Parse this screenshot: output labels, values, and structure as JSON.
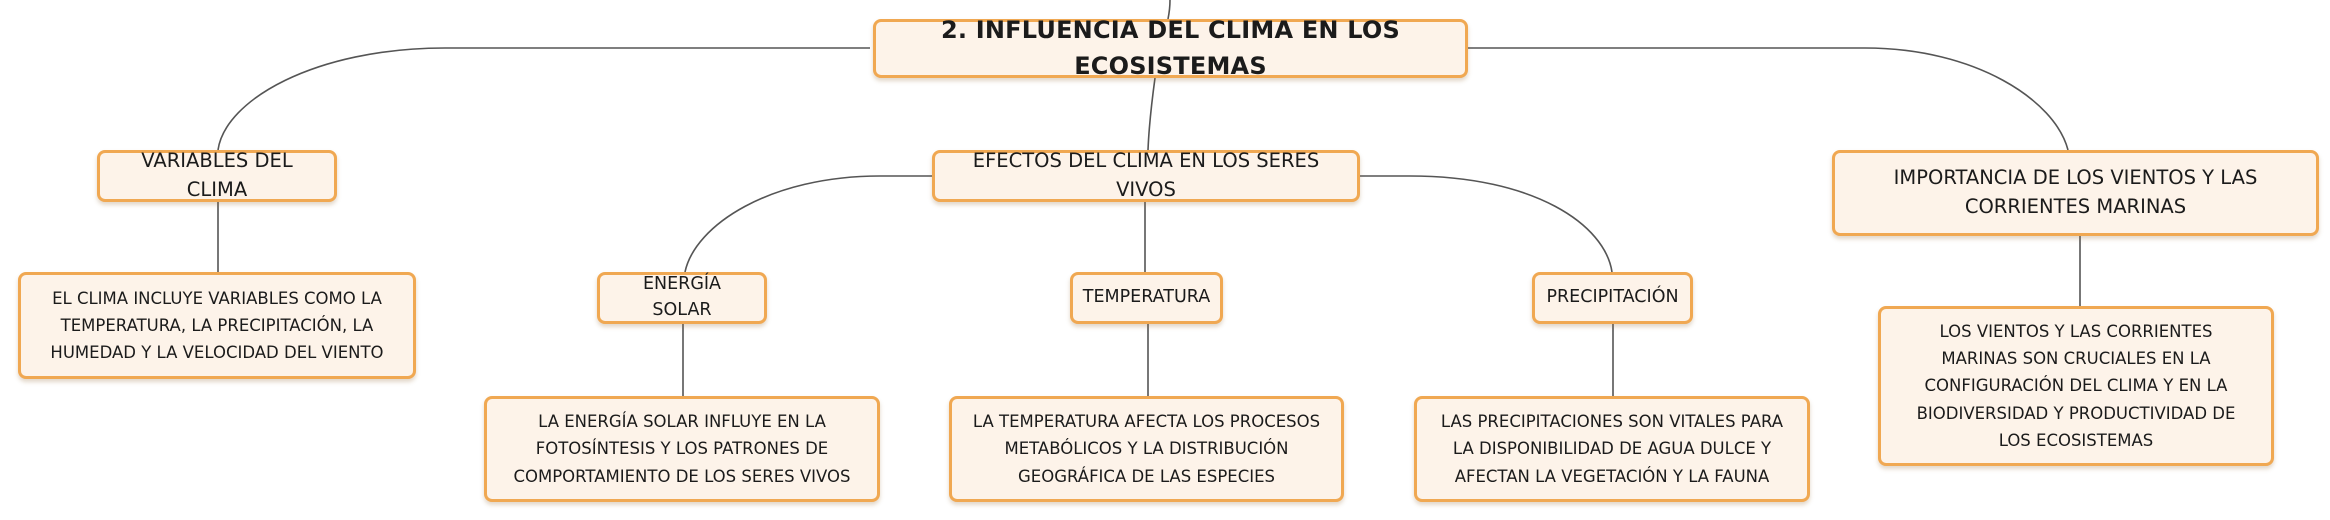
{
  "diagram": {
    "root": {
      "label": "2. INFLUENCIA DEL CLIMA EN LOS ECOSISTEMAS"
    },
    "branches": {
      "variables": {
        "label": "VARIABLES DEL CLIMA",
        "detail": "EL CLIMA INCLUYE VARIABLES COMO LA TEMPERATURA, LA PRECIPITACIÓN, LA HUMEDAD Y LA VELOCIDAD DEL VIENTO"
      },
      "efectos": {
        "label": "EFECTOS DEL CLIMA EN LOS SERES VIVOS",
        "children": {
          "energia": {
            "label": "ENERGÍA SOLAR",
            "detail": "LA ENERGÍA SOLAR INFLUYE EN LA FOTOSÍNTESIS Y LOS PATRONES DE COMPORTAMIENTO DE LOS SERES VIVOS"
          },
          "temperatura": {
            "label": "TEMPERATURA",
            "detail": "LA TEMPERATURA AFECTA LOS PROCESOS METABÓLICOS Y LA DISTRIBUCIÓN GEOGRÁFICA DE LAS ESPECIES"
          },
          "precipitacion": {
            "label": "PRECIPITACIÓN",
            "detail": "LAS PRECIPITACIONES SON VITALES PARA LA DISPONIBILIDAD DE AGUA DULCE Y AFECTAN LA VEGETACIÓN Y LA FAUNA"
          }
        }
      },
      "vientos": {
        "label": "IMPORTANCIA DE LOS VIENTOS Y LAS CORRIENTES MARINAS",
        "detail": "LOS VIENTOS Y LAS CORRIENTES MARINAS SON CRUCIALES EN LA CONFIGURACIÓN DEL CLIMA Y EN LA BIODIVERSIDAD Y PRODUCTIVIDAD DE LOS ECOSISTEMAS"
      }
    }
  }
}
